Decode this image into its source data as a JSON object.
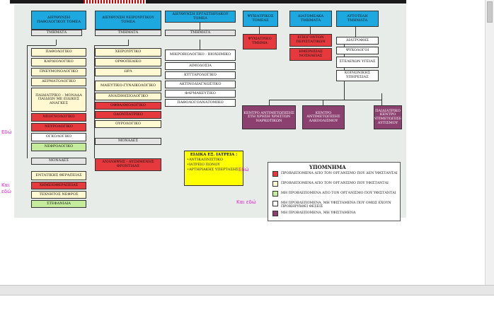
{
  "chart_title": "",
  "directorates": [
    {
      "label": "ΔΙΕΥΘΥΝΣΗ ΠΑΘΟΛΟΓΙΚΟΥ ΤΟΜΕΑ",
      "color": "blue"
    },
    {
      "label": "ΔΙΕΥΘΥΝΣΗ ΧΕΙΡΟΥΡΓΙΚΟΥ ΤΟΜΕΑ",
      "color": "blue"
    },
    {
      "label": "ΔΙΕΥΘΥΝΣΗ ΕΡΓΑΣΤΗΡΙΑΚΟΥ ΤΟΜΕΑ",
      "color": "blue"
    },
    {
      "label": "ΨΥΧΙΑΤΡΙΚΟΣ ΤΟΜΕΑΣ",
      "color": "blue"
    },
    {
      "label": "ΔΙΑΤΟΜΕΑΚΑ ΤΜΗΜΑΤΑ",
      "color": "blue"
    },
    {
      "label": "ΑΥΤΟΤΕΛΗ ΤΜΗΜΑΤΑ",
      "color": "blue"
    }
  ],
  "section_header": "ΤΜΗΜΑΤΑ",
  "col1_items": [
    {
      "label": "ΠΑΘΟΛΟΓΙΚΟ",
      "color": "cream"
    },
    {
      "label": "ΚΑΡΔΙΟΛΟΓΙΚΟ",
      "color": "cream"
    },
    {
      "label": "ΠΝΕΥΜΟΝΟΛΟΓΙΚΟ",
      "color": "cream"
    },
    {
      "label": "ΔΕΡΜΑΤΟΛΟΓΙΚΟ",
      "color": "cream"
    },
    {
      "label": "ΠΑΙΔΙΑΤΡΙΚΟ – ΜΟΝΑΔΑ ΠΑΙΔΙΩΝ ΜΕ ΕΙΔΙΚΕΣ ΑΝΑΓΚΕΣ",
      "color": "cream"
    },
    {
      "label": "ΝΕΟΓΝΟΛΟΓΙΚΟ",
      "color": "red"
    },
    {
      "label": "ΝΕΥΡΟΛΟΓΙΚΟ",
      "color": "red"
    },
    {
      "label": "ΟΓΚΟΛΟΓΙΚΟ",
      "color": "white"
    },
    {
      "label": "ΝΕΦΡΟΛΟΓΙΚΟ",
      "color": "green"
    }
  ],
  "col1_units_label": "ΜΟΝΑΔΕΣ",
  "col1_units": [
    {
      "label": "ΕΝΤΑΤΙΚΗΣ ΘΕΡΑΠΕΙΑΣ",
      "color": "cream"
    },
    {
      "label": "ΧΗΜΕΙΟΘΕΡΑΠΕΙΑΣ",
      "color": "red"
    },
    {
      "label": "ΤΕΧΝΗΤΟΣ ΝΕΦΡΟΣ",
      "color": "cream"
    },
    {
      "label": "ΣΤΕΦΑΝΙΑΙΑ",
      "color": "green"
    }
  ],
  "col2_items": [
    {
      "label": "ΧΕΙΡΟΥΡΓΙΚΟ",
      "color": "cream"
    },
    {
      "label": "ΟΡΘΟΠΕΔΙΚΟ",
      "color": "cream"
    },
    {
      "label": "ΩΡΛ",
      "color": "cream"
    }
  ],
  "col2_items_b": [
    {
      "label": "ΜΑΙΕΥΤΙΚΟ-ΓΥΝΑΙΚΟΛΟΓΙΚΟ",
      "color": "cream"
    },
    {
      "label": "ΑΝΑΙΣΘΗΣΙΟΛΟΓΙΚΟ",
      "color": "cream"
    },
    {
      "label": "ΟΦΘΑΛΜΟΛΟΓΙΚΟ",
      "color": "red"
    },
    {
      "label": "ΟΔΟΝΤΙΑΤΡΙΚΟ",
      "color": "red"
    },
    {
      "label": "ΟΥΡΟΛΟΓΙΚΟ",
      "color": "cream"
    }
  ],
  "col2_units_label": "ΜΟΝΑΔΕΣ",
  "col2_units": [
    {
      "label": "ΑΝΑΝΗΨΗΣ - ΑΥΞΗΜΕΝΗΣ ΦΡΟΝΤΙΔΑΣ",
      "color": "red"
    }
  ],
  "col3_items": [
    {
      "label": "ΜΙΚΡΟΒΙΟΛΟΓΙΚΟ - ΒΙΟΧΗΜΙΚΟ",
      "color": "white"
    },
    {
      "label": "ΑΙΜΟΔΟΣΙΑ",
      "color": "white"
    },
    {
      "label": "ΚΥΤΤΑΡΟΛΟΓΙΚΟ",
      "color": "white"
    },
    {
      "label": "ΑΚΤΙΝΟΔΙΑΓΝΩΣΤΙΚΟ",
      "color": "white"
    },
    {
      "label": "ΦΑΡΜΑΚΕΥΤΙΚΟ",
      "color": "white"
    },
    {
      "label": "ΠΑΘΟΛΟΓΟΑΝΑΤΟΜΙΚΟ",
      "color": "white"
    }
  ],
  "col4_items": [
    {
      "label": "ΨΥΧΙΑΤΡΙΚΟ ΤΜΗΜΑ",
      "color": "red"
    }
  ],
  "col5_items": [
    {
      "label": "ΕΠΕΙΓΟΝΤΩΝ ΠΕΡΙΣΤΑΤΙΚΩΝ",
      "color": "red"
    },
    {
      "label": "ΗΜΕΡΗΣΙΑΣ ΝΟΣΗΛΕΙΑΣ",
      "color": "red"
    }
  ],
  "col6_items": [
    {
      "label": "ΔΙΑΤΡΟΦΗΣ",
      "color": "white"
    },
    {
      "label": "ΨΥΧΟΛΟΓΟΙ",
      "color": "white"
    },
    {
      "label": "ΣΤΕΛΕΧΩΝ ΥΓΕΙΑΣ",
      "color": "white"
    },
    {
      "label": "ΚΟΙΝΩΝΙΚΗΣ ΥΠΗΡΕΣΙΑΣ",
      "color": "white"
    }
  ],
  "centers": [
    {
      "label": "ΚΕΝΤΡΟ ΑΝΤΙΜΕΤΩΠΙΣΗΣ ΣΤΗ ΧΡΗΣΗ ΧΡΗΣΤΩΝ ΝΑΡΚΩΤΙΚΩΝ",
      "color": "purple"
    },
    {
      "label": "ΚΕΝΤΡΟ ΑΝΤΙΜΕΤΩΠΙΣΗΣ ΑΛΚΟΟΛΙΣΜΟΥ",
      "color": "purple"
    },
    {
      "label": "ΠΑΙΔΙΑΤΡΙΚΟ ΚΕΝΤΡΟ ΑΝΤΙΜΕΤΩΠΙΣΗΣ ΑΥΤΙΣΜΟΥ",
      "color": "purple"
    }
  ],
  "special_clinics": {
    "title": "ΕΙΔΙΚΑ ΕΞ. ΙΑΤΡΕΙΑ :",
    "items": [
      "•ΑΝΤΙΚΑΠΝΙΣΤΙΚΟ",
      "•ΙΑΤΡΕΙΟ ΠΟΝΟΥ",
      "•ΑΡΤΗΡΙΑΚΗΣ ΥΠΕΡΤΑΣΗΣ"
    ]
  },
  "legend": {
    "title": "ΥΠΟΜΝΗΜΑ",
    "items": [
      {
        "label": "ΠΡΟΒΛΕΠΟΜΕΝΑ ΑΠΟ ΤΟΝ ΟΡΓΑΝΙΣΜΟ ΠΟΥ ΔΕΝ ΥΦΙΣΤΑΝΤΑΙ",
        "color": "red"
      },
      {
        "label": "ΠΡΟΒΛΕΠΟΜΕΝΑ ΑΠΟ ΤΟΝ ΟΡΓΑΝΙΣΜΟ ΠΟΥ ΥΦΙΣΤΑΝΤΑΙ",
        "color": "cream"
      },
      {
        "label": "ΜΗ ΠΡΟΒΛΕΠΟΜΕΝΑ ΑΠΟ ΤΟΝ ΟΡΓΑΝΙΣΜΟ ΠΟΥ ΥΦΙΣΤΑΝΤΑΙ",
        "color": "green"
      },
      {
        "label": "ΜΗ ΠΡΟΒΛΕΠΟΜΕΝΑ, ΜΗ ΥΦΙΣΤΑΜΕΝΑ ΠΟΥ ΟΜΩΣ ΕΧΟΥΝ ΠΡΟΚΗΡΥΧΘΕΙ ΘΕΣΕΙΣ",
        "color": "white"
      },
      {
        "label": "ΜΗ ΠΡΟΒΛΕΠΟΜΕΝΑ, ΜΗ ΥΦΙΣΤΑΜΕΝΑ",
        "color": "purple"
      }
    ]
  },
  "notes": [
    {
      "text": "Εδώ"
    },
    {
      "text": "Και εδώ"
    },
    {
      "text": "Εδώ"
    },
    {
      "text": "Και εδώ"
    }
  ],
  "colors": {
    "blue": "#1ea8e0",
    "gray": "#e4e4e4",
    "white": "#ffffff",
    "cream": "#fff8d0",
    "red": "#e5393e",
    "green": "#c4ec9c",
    "purple": "#8c4070",
    "yellow": "#ffff00",
    "note_magenta": "#e020d0",
    "chart_background": "#e8ece8"
  }
}
